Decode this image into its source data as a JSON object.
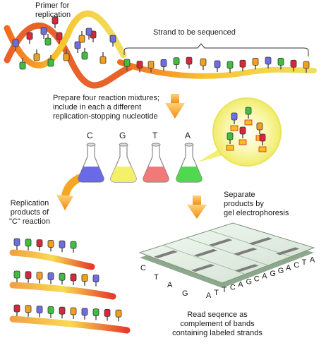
{
  "labels": {
    "primer": "Primer for\nreplication",
    "strand": "Strand to be sequenced",
    "prepare": "Prepare four reaction mixtures;\ninclude in each a different\nreplication-stopping nucleotide",
    "replication_products": "Replication\nproducts of\n\"C\" reaction",
    "separate": "Separate\nproducts by\ngel electrophoresis",
    "read": "Read seqence as\ncomplement of bands\ncontaining labeled strands"
  },
  "tubes": [
    {
      "letter": "C",
      "color": "#5a5ae6"
    },
    {
      "letter": "G",
      "color": "#f2ef5a"
    },
    {
      "letter": "T",
      "color": "#f06a6a"
    },
    {
      "letter": "A",
      "color": "#3ed43e"
    }
  ],
  "gel_lane_letters": [
    "C",
    "T",
    "A",
    "G"
  ],
  "sequence_letters": [
    "A",
    "T",
    "T",
    "C",
    "A",
    "G",
    "C",
    "A",
    "G",
    "G",
    "A",
    "C",
    "T",
    "A"
  ],
  "colors": {
    "nucleotide_blue": "#6e6ee0",
    "nucleotide_green": "#3fbf3f",
    "nucleotide_red": "#d8263a",
    "nucleotide_orange": "#f0a020",
    "arrow_orange": "#f5a623",
    "halo_yellow": "#f7f28a"
  }
}
